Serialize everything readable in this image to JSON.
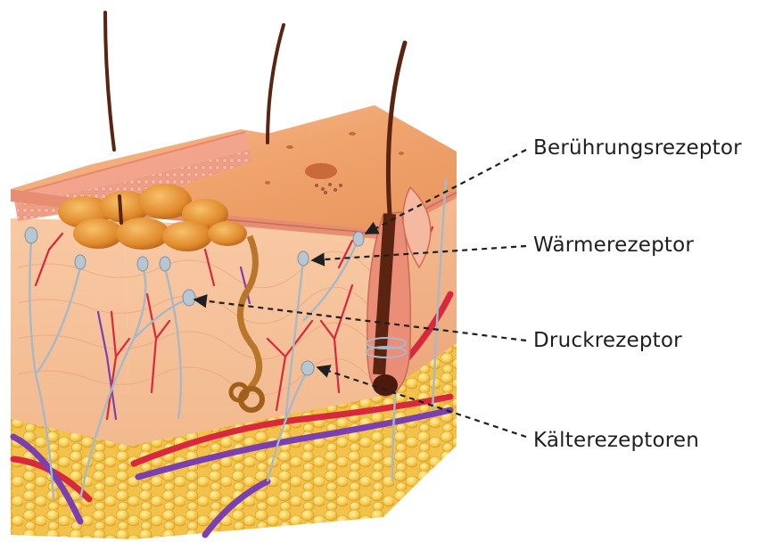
{
  "labels": [
    {
      "id": "touch",
      "text": "Berührungsrezeptor"
    },
    {
      "id": "warm",
      "text": "Wärmerezeptor"
    },
    {
      "id": "pressure",
      "text": "Druckrezeptor"
    },
    {
      "id": "cold",
      "text": "Kälterezeptoren"
    }
  ],
  "colors": {
    "epidermis": "#f0a878",
    "dermis": "#f6c7a2",
    "fat": "#f6cc55",
    "artery": "#d8283e",
    "vein": "#7a3fb0",
    "nerve": "#a8b8c6",
    "hair": "#5a2410",
    "leader": "#1f1f1f"
  }
}
